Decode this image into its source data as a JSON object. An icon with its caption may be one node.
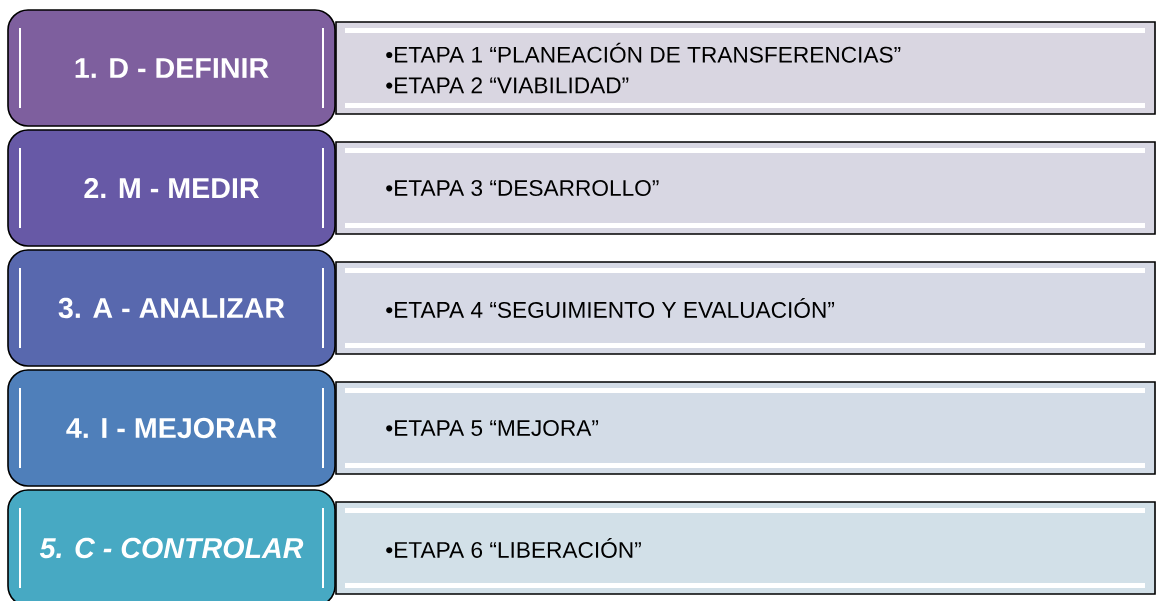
{
  "diagram": {
    "nodes": [
      {
        "text": [
          "1. D - DEFINIR"
        ]
      },
      {
        "text": [
          "•ETAPA 1 “PLANEACIÓN DE TRANSFERENCIAS”",
          "•ETAPA 2 “VIABILIDAD”"
        ]
      },
      {
        "text": [
          "2. M - MEDIR"
        ]
      },
      {
        "text": [
          "•ETAPA 3 “DESARROLLO”"
        ]
      },
      {
        "text": [
          "3. A - ANALIZAR"
        ]
      },
      {
        "text": [
          "•ETAPA 4 “SEGUIMIENTO Y EVALUACIÓN”"
        ]
      },
      {
        "text": [
          "4. I - MEJORAR"
        ]
      },
      {
        "text": [
          "•ETAPA 5 “MEJORA”"
        ]
      },
      {
        "text": [
          "5. C - CONTROLAR"
        ]
      },
      {
        "text": [
          "•ETAPA 6 “LIBERACIÓN”"
        ]
      }
    ]
  }
}
